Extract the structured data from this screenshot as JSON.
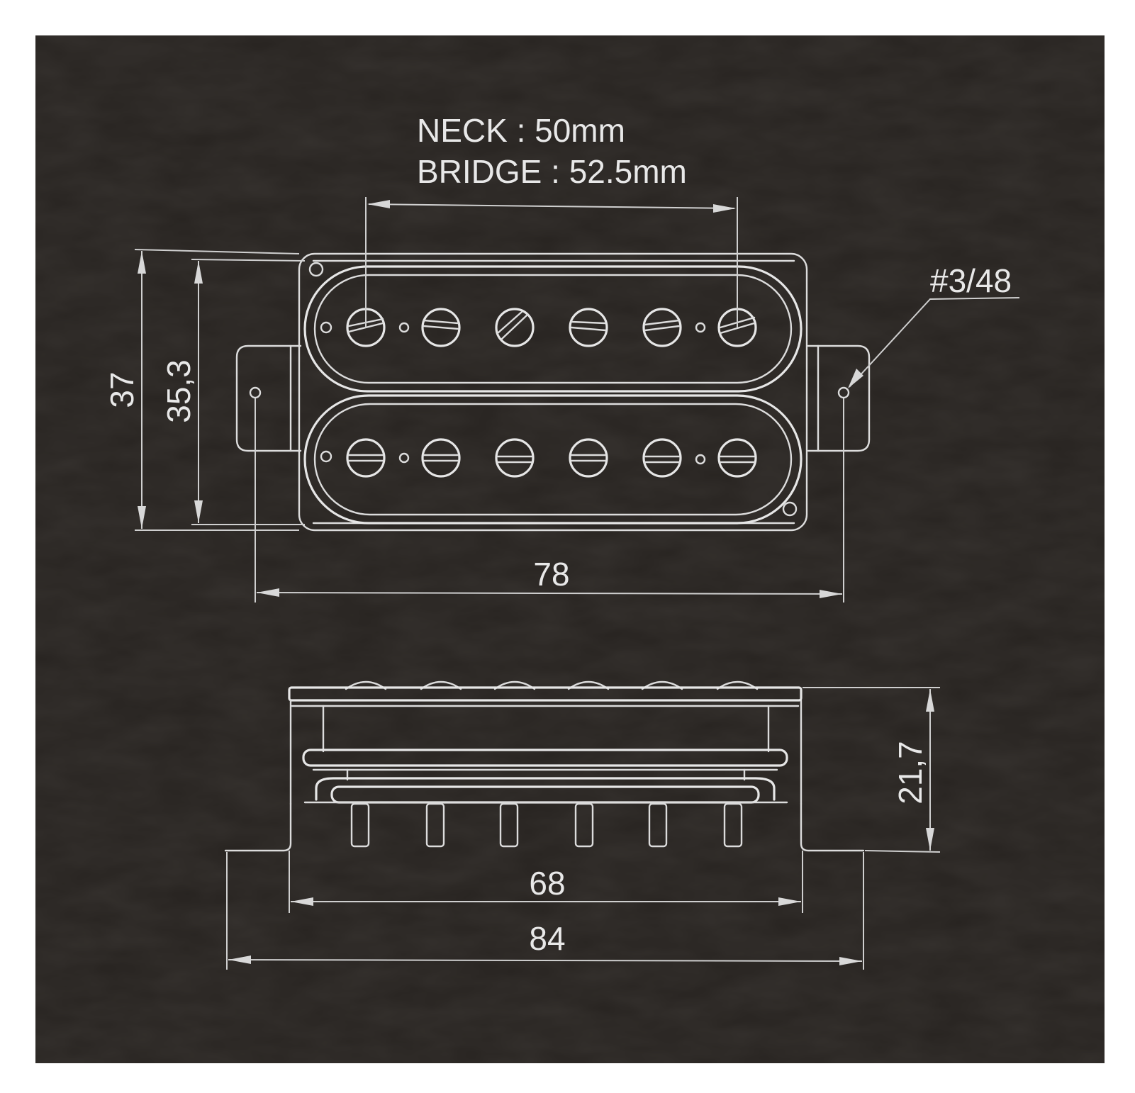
{
  "colors": {
    "background": "#272320",
    "line": "#dcdcdc",
    "text": "#e8e8e8"
  },
  "labels": {
    "spacing_neck": "NECK : 50mm",
    "spacing_bridge": "BRIDGE : 52.5mm",
    "screw_size": "#3/48",
    "height_outer": "37",
    "height_inner": "35,3",
    "width_mounting": "78",
    "side_height": "21,7",
    "side_width_body": "68",
    "side_width_total": "84"
  }
}
